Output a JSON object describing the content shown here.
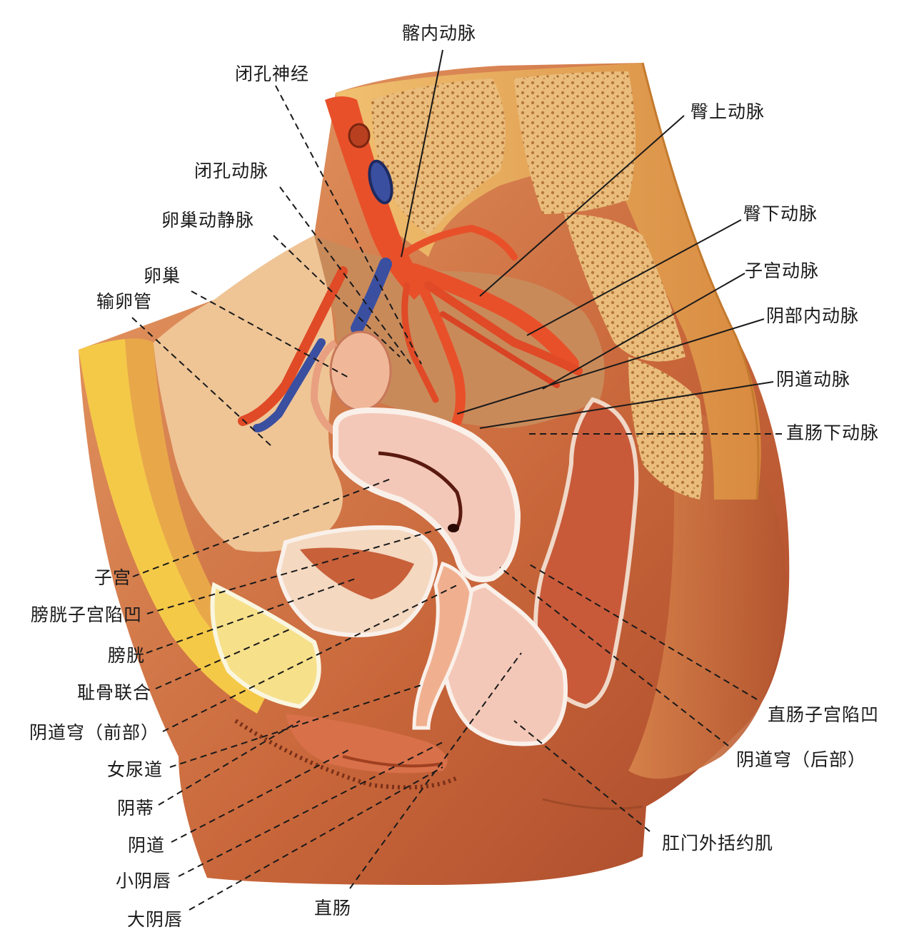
{
  "diagram": {
    "type": "anatomical-sagittal-section",
    "subject": "female-pelvis-median-section",
    "colors": {
      "background": "#ffffff",
      "skin": "#d9824a",
      "skin_dark": "#b85a2c",
      "muscle": "#c9633a",
      "bone_yellow": "#f3c54a",
      "bone_cancellous": "#e0a860",
      "artery": "#e8502a",
      "vein": "#3a4fa0",
      "organ_pink": "#f4c8b8",
      "label_text": "#1a1a1a",
      "leader_line": "#1a1a1a"
    }
  },
  "labels": {
    "top": {
      "internal_iliac_artery": "髂内动脉",
      "obturator_nerve": "闭孔神经",
      "obturator_artery": "闭孔动脉",
      "ovarian_vessels": "卵巢动静脉",
      "ovary": "卵巢",
      "uterine_tube": "输卵管"
    },
    "right": {
      "superior_gluteal_artery": "臀上动脉",
      "inferior_gluteal_artery": "臀下动脉",
      "uterine_artery": "子宫动脉",
      "internal_pudendal_artery": "阴部内动脉",
      "vaginal_artery": "阴道动脉",
      "inferior_rectal_artery": "直肠下动脉",
      "rectouterine_pouch": "直肠子宫陷凹",
      "posterior_fornix": "阴道穹（后部）",
      "external_anal_sphincter": "肛门外括约肌"
    },
    "left": {
      "uterus": "子宫",
      "vesicouterine_pouch": "膀胱子宫陷凹",
      "bladder": "膀胱",
      "pubic_symphysis": "耻骨联合",
      "anterior_fornix": "阴道穹（前部）",
      "urethra": "女尿道",
      "clitoris": "阴蒂",
      "vagina": "阴道",
      "labium_minus": "小阴唇",
      "labium_majus": "大阴唇"
    },
    "bottom": {
      "rectum": "直肠"
    }
  }
}
